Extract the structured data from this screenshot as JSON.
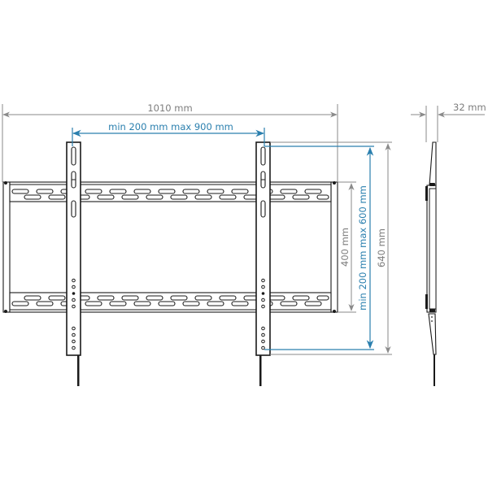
{
  "diagram": {
    "title": "TV wall mount dimension drawing",
    "colors": {
      "dimension_gray": "#8a8a8a",
      "dimension_blue": "#2a7fae",
      "outline": "#1a1a1a",
      "background": "#ffffff"
    },
    "dimensions": {
      "overall_width": "1010 mm",
      "vesa_horizontal": "min 200 mm max 900 mm",
      "frame_height": "400 mm",
      "vesa_vertical": "min 200 mm max 600 mm",
      "overall_height": "640 mm",
      "depth": "32 mm"
    },
    "views": {
      "front": "front-view",
      "side": "side-view"
    }
  }
}
